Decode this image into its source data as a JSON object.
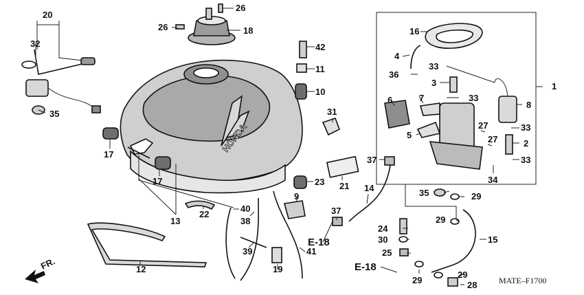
{
  "diagram": {
    "code": "MATE–F1700",
    "front_arrow_label": "FR.",
    "brand_mark": "HONDA",
    "ref_labels": {
      "upper": "E-18",
      "lower": "E-18"
    },
    "callouts": {
      "c1": "1",
      "c2": "2",
      "c3": "3",
      "c4": "4",
      "c5": "5",
      "c6": "6",
      "c7": "7",
      "c8": "8",
      "c9": "9",
      "c10": "10",
      "c11": "11",
      "c12": "12",
      "c13": "13",
      "c14": "14",
      "c15": "15",
      "c16": "16",
      "c17a": "17",
      "c17b": "17",
      "c18": "18",
      "c19": "19",
      "c20": "20",
      "c21": "21",
      "c22": "22",
      "c23": "23",
      "c24": "24",
      "c25": "25",
      "c26a": "26",
      "c26b": "26",
      "c27a": "27",
      "c27b": "27",
      "c28": "28",
      "c29a": "29",
      "c29b": "29",
      "c29c": "29",
      "c29d": "29",
      "c30": "30",
      "c31": "31",
      "c32": "32",
      "c33a": "33",
      "c33b": "33",
      "c33c": "33",
      "c33d": "33",
      "c34": "34",
      "c35a": "35",
      "c35b": "35",
      "c36": "36",
      "c37a": "37",
      "c37b": "37",
      "c38": "38",
      "c39": "39",
      "c40": "40",
      "c41": "41",
      "c42": "42"
    }
  }
}
